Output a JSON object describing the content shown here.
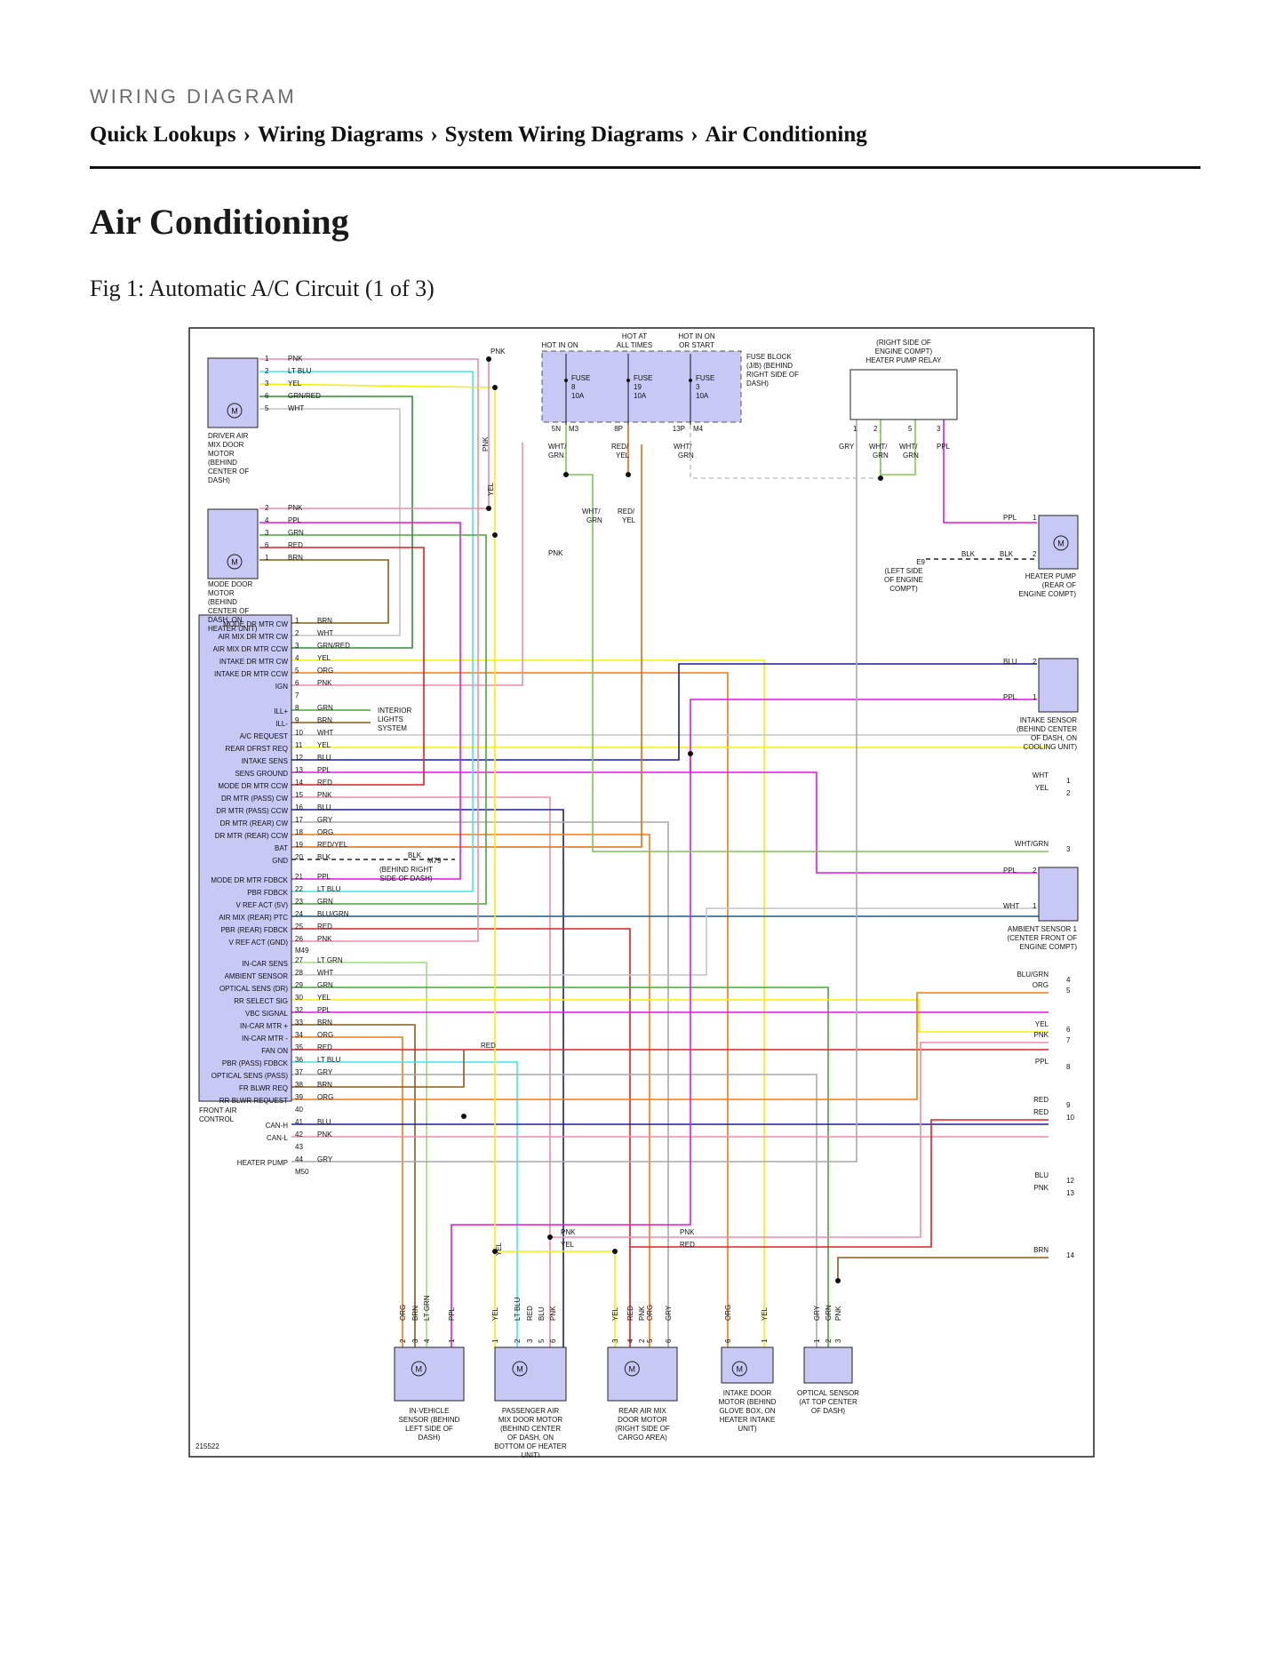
{
  "header": {
    "kicker": "WIRING DIAGRAM",
    "breadcrumb": [
      "Quick Lookups",
      "Wiring Diagrams",
      "System Wiring Diagrams",
      "Air Conditioning"
    ],
    "separator": "›"
  },
  "page_title": "Air Conditioning",
  "figure_caption": "Fig 1: Automatic A/C Circuit (1 of 3)",
  "colors": {
    "PNK": "#f08aa8",
    "LT BLU": "#3ee6f2",
    "YEL": "#f5f000",
    "GRN/RED": "#2f8f2f",
    "WHT": "#c4c4c4",
    "PPL": "#e614e6",
    "GRN": "#46a832",
    "RED": "#e02020",
    "BRN": "#8b5a14",
    "BLU": "#1a1aa0",
    "ORG": "#f07a10",
    "GRY": "#a8a8a8",
    "BLK": "#222222",
    "LT GRN": "#9be07a",
    "BLU/GRN": "#1b5a8c",
    "RED/YEL": "#e06a10",
    "WHT/GRN": "#7cc850",
    "WHT/GRN_FB": "#86c84a",
    "MODULE": "#c8c8f5"
  },
  "diagram": {
    "ref": "215522",
    "fuse_block": {
      "label": "FUSE BLOCK (J/B) (BEHIND RIGHT SIDE OF DASH)",
      "power": [
        "HOT IN ON",
        "HOT AT ALL TIMES",
        "HOT IN ON OR START"
      ],
      "fuses": [
        {
          "name": "FUSE 8",
          "amps": "10A",
          "pin": "5N",
          "conn": "M3",
          "wire": "WHT/GRN"
        },
        {
          "name": "FUSE 19",
          "amps": "10A",
          "pin": "8P",
          "conn": "",
          "wire": "RED/YEL"
        },
        {
          "name": "FUSE 3",
          "amps": "10A",
          "pin": "13P",
          "conn": "M4",
          "wire": "WHT/GRN"
        }
      ]
    },
    "relay": {
      "label": "(RIGHT SIDE OF ENGINE COMPT) HEATER PUMP RELAY",
      "pins": [
        "1",
        "2",
        "5",
        "3"
      ],
      "wires": [
        "GRY",
        "WHT/GRN",
        "WHT/GRN",
        "PPL"
      ]
    },
    "components": [
      {
        "id": "driver-air-mix",
        "label": "DRIVER AIR MIX DOOR MOTOR (BEHIND CENTER OF DASH)"
      },
      {
        "id": "mode-door",
        "label": "MODE DOOR MOTOR (BEHIND CENTER OF DASH, ON HEATER UNIT)"
      },
      {
        "id": "heater-pump",
        "label": "HEATER PUMP (REAR OF ENGINE COMPT)"
      },
      {
        "id": "ground-e9",
        "label": "E9 (LEFT SIDE OF ENGINE COMPT)"
      },
      {
        "id": "intake-sensor",
        "label": "INTAKE SENSOR (BEHIND CENTER OF DASH, ON COOLING UNIT)"
      },
      {
        "id": "ambient-sensor",
        "label": "AMBIENT SENSOR 1 (CENTER FRONT OF ENGINE COMPT)"
      },
      {
        "id": "front-air-control",
        "label": "FRONT AIR CONTROL"
      },
      {
        "id": "interior-lights",
        "label": "INTERIOR LIGHTS SYSTEM"
      },
      {
        "id": "ground-m79",
        "label": "M79 (BEHIND RIGHT SIDE OF DASH)"
      },
      {
        "id": "in-vehicle-sensor",
        "label": "IN-VEHICLE SENSOR (BEHIND LEFT SIDE OF DASH)"
      },
      {
        "id": "pass-air-mix",
        "label": "PASSENGER AIR MIX DOOR MOTOR (BEHIND CENTER OF DASH, ON BOTTOM OF HEATER UNIT)"
      },
      {
        "id": "rear-air-mix",
        "label": "REAR AIR MIX DOOR MOTOR (RIGHT SIDE OF CARGO AREA)"
      },
      {
        "id": "intake-door",
        "label": "INTAKE DOOR MOTOR (BEHIND GLOVE BOX, ON HEATER INTAKE UNIT)"
      },
      {
        "id": "optical-sensor",
        "label": "OPTICAL SENSOR (AT TOP CENTER OF DASH)"
      }
    ],
    "driver_motor_pins": [
      {
        "pin": "1",
        "wire": "PNK"
      },
      {
        "pin": "2",
        "wire": "LT BLU"
      },
      {
        "pin": "3",
        "wire": "YEL"
      },
      {
        "pin": "6",
        "wire": "GRN/RED"
      },
      {
        "pin": "5",
        "wire": "WHT"
      }
    ],
    "mode_motor_pins": [
      {
        "pin": "2",
        "wire": "PNK"
      },
      {
        "pin": "4",
        "wire": "PPL"
      },
      {
        "pin": "3",
        "wire": "GRN"
      },
      {
        "pin": "6",
        "wire": "RED"
      },
      {
        "pin": "1",
        "wire": "BRN"
      }
    ],
    "module_pins": [
      {
        "pin": "1",
        "wire": "BRN",
        "func": "MODE DR MTR CW"
      },
      {
        "pin": "2",
        "wire": "WHT",
        "func": "AIR MIX DR MTR CW"
      },
      {
        "pin": "3",
        "wire": "GRN/RED",
        "func": "AIR MIX DR MTR CCW"
      },
      {
        "pin": "4",
        "wire": "YEL",
        "func": "INTAKE DR MTR CW"
      },
      {
        "pin": "5",
        "wire": "ORG",
        "func": "INTAKE DR MTR CCW"
      },
      {
        "pin": "6",
        "wire": "PNK",
        "func": "IGN"
      },
      {
        "pin": "7",
        "wire": "",
        "func": ""
      },
      {
        "pin": "8",
        "wire": "GRN",
        "func": "ILL+"
      },
      {
        "pin": "9",
        "wire": "BRN",
        "func": "ILL-"
      },
      {
        "pin": "10",
        "wire": "WHT",
        "func": "A/C REQUEST"
      },
      {
        "pin": "11",
        "wire": "YEL",
        "func": "REAR DFRST REQ"
      },
      {
        "pin": "12",
        "wire": "BLU",
        "func": "INTAKE SENS"
      },
      {
        "pin": "13",
        "wire": "PPL",
        "func": "SENS GROUND"
      },
      {
        "pin": "14",
        "wire": "RED",
        "func": "MODE DR MTR CCW"
      },
      {
        "pin": "15",
        "wire": "PNK",
        "func": "DR MTR (PASS) CW"
      },
      {
        "pin": "16",
        "wire": "BLU",
        "func": "DR MTR (PASS) CCW"
      },
      {
        "pin": "17",
        "wire": "GRY",
        "func": "DR MTR (REAR) CW"
      },
      {
        "pin": "18",
        "wire": "ORG",
        "func": "DR MTR (REAR) CCW"
      },
      {
        "pin": "19",
        "wire": "RED/YEL",
        "func": "BAT"
      },
      {
        "pin": "20",
        "wire": "BLK",
        "func": "GND"
      },
      {
        "pin": "21",
        "wire": "PPL",
        "func": "MODE DR MTR FDBCK"
      },
      {
        "pin": "22",
        "wire": "LT BLU",
        "func": "PBR FDBCK"
      },
      {
        "pin": "23",
        "wire": "GRN",
        "func": "V REF ACT (5V)"
      },
      {
        "pin": "24",
        "wire": "BLU/GRN",
        "func": "AIR MIX (REAR) PTC"
      },
      {
        "pin": "25",
        "wire": "RED",
        "func": "PBR (REAR) FDBCK"
      },
      {
        "pin": "26",
        "wire": "PNK",
        "func": "V REF ACT (GND)"
      },
      {
        "pin": "27",
        "wire": "LT GRN",
        "func": "IN-CAR SENS"
      },
      {
        "pin": "28",
        "wire": "WHT",
        "func": "AMBIENT SENSOR"
      },
      {
        "pin": "29",
        "wire": "GRN",
        "func": "OPTICAL SENS (DR)"
      },
      {
        "pin": "30",
        "wire": "YEL",
        "func": "RR SELECT SIG"
      },
      {
        "pin": "32",
        "wire": "PPL",
        "func": "VBC SIGNAL"
      },
      {
        "pin": "33",
        "wire": "BRN",
        "func": "IN-CAR MTR +"
      },
      {
        "pin": "34",
        "wire": "ORG",
        "func": "IN-CAR MTR -"
      },
      {
        "pin": "35",
        "wire": "RED",
        "func": "FAN ON"
      },
      {
        "pin": "36",
        "wire": "LT BLU",
        "func": "PBR (PASS) FDBCK"
      },
      {
        "pin": "37",
        "wire": "GRY",
        "func": "OPTICAL SENS (PASS)"
      },
      {
        "pin": "38",
        "wire": "BRN",
        "func": "FR BLWR REQ"
      },
      {
        "pin": "39",
        "wire": "ORG",
        "func": "RR BLWR REQUEST"
      },
      {
        "pin": "40",
        "wire": "",
        "func": ""
      },
      {
        "pin": "41",
        "wire": "BLU",
        "func": "CAN-H"
      },
      {
        "pin": "42",
        "wire": "PNK",
        "func": "CAN-L"
      },
      {
        "pin": "43",
        "wire": "",
        "func": ""
      },
      {
        "pin": "44",
        "wire": "GRY",
        "func": "HEATER PUMP"
      }
    ],
    "module_connectors": [
      "M49",
      "M50"
    ],
    "right_connectors": [
      {
        "num": "1",
        "wire": "WHT"
      },
      {
        "num": "2",
        "wire": "YEL"
      },
      {
        "num": "3",
        "wire": "WHT/GRN"
      },
      {
        "num": "4",
        "wire": "BLU/GRN"
      },
      {
        "num": "5",
        "wire": "ORG"
      },
      {
        "num": "6",
        "wire": "YEL"
      },
      {
        "num": "7",
        "wire": "PNK"
      },
      {
        "num": "8",
        "wire": "PPL"
      },
      {
        "num": "9",
        "wire": "RED"
      },
      {
        "num": "10",
        "wire": "RED"
      },
      {
        "num": "12",
        "wire": "BLU"
      },
      {
        "num": "13",
        "wire": "PNK"
      },
      {
        "num": "14",
        "wire": "BRN"
      }
    ],
    "bottom_wires": {
      "in_vehicle": [
        "ORG",
        "BRN",
        "LT GRN",
        "PPL"
      ],
      "in_vehicle_pins": [
        "2",
        "3",
        "4",
        "1"
      ],
      "pass_mix": [
        "YEL",
        "LT BLU",
        "RED",
        "BLU",
        "PNK"
      ],
      "pass_mix_pins": [
        "1",
        "2",
        "3",
        "5",
        "6"
      ],
      "rear_mix": [
        "YEL",
        "RED",
        "PNK",
        "ORG",
        "GRY"
      ],
      "rear_mix_pins": [
        "3",
        "4",
        "2",
        "5",
        "6"
      ],
      "intake": [
        "ORG",
        "YEL"
      ],
      "intake_pins": [
        "6",
        "1"
      ],
      "optical": [
        "GRY",
        "GRN",
        "PNK"
      ],
      "optical_pins": [
        "1",
        "2",
        "3"
      ]
    }
  }
}
